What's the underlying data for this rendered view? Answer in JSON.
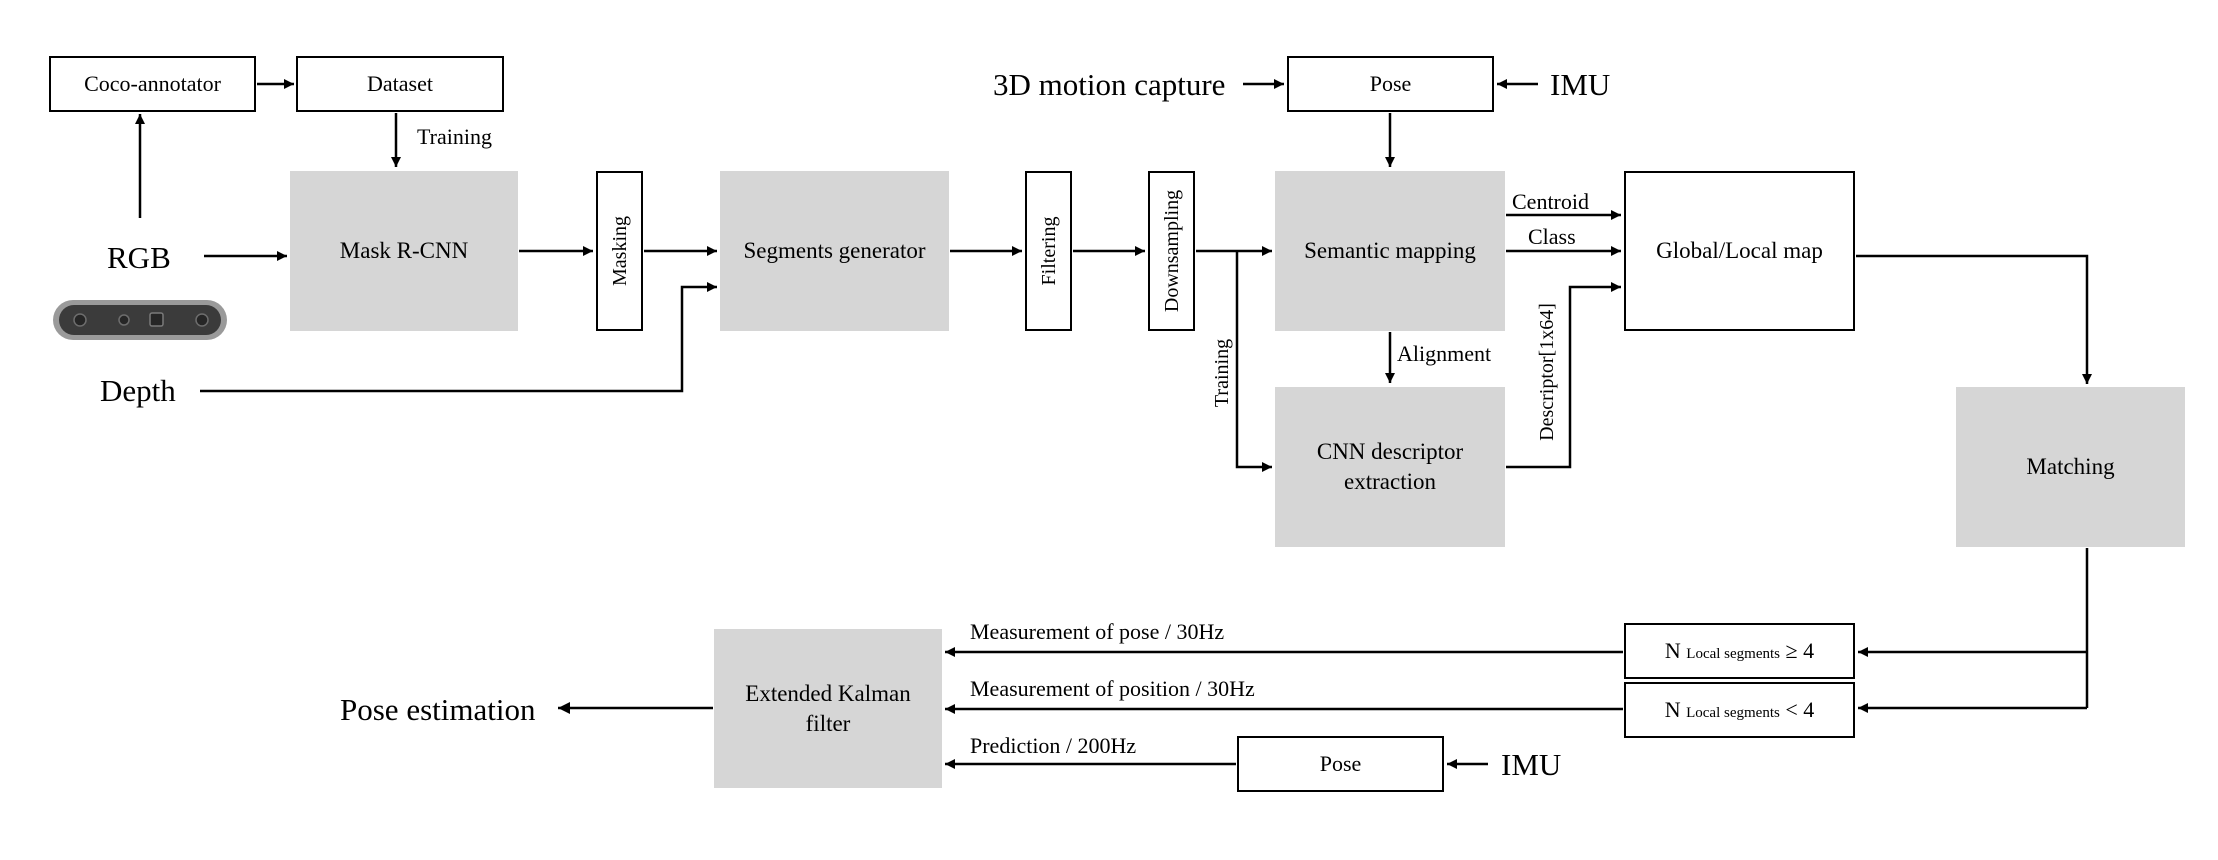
{
  "boxes": {
    "coco_annotator": "Coco-annotator",
    "dataset": "Dataset",
    "mask_rcnn": "Mask R-CNN",
    "masking": "Masking",
    "segments_generator": "Segments generator",
    "filtering": "Filtering",
    "downsampling": "Downsampling",
    "pose_top": "Pose",
    "semantic_mapping": "Semantic mapping",
    "global_local_map": "Global/Local map",
    "cnn_descriptor": [
      "CNN descriptor",
      "extraction"
    ],
    "matching": "Matching",
    "ekf": [
      "Extended Kalman",
      "filter"
    ],
    "pose_bottom": "Pose",
    "cond_ge": {
      "n": "N",
      "sub": "Local segments",
      "rel": "≥ 4"
    },
    "cond_lt": {
      "n": "N",
      "sub": "Local segments",
      "rel": "< 4"
    }
  },
  "inputs": {
    "rgb": "RGB",
    "depth": "Depth",
    "motion_capture": "3D motion capture",
    "imu_top": "IMU",
    "imu_bottom": "IMU"
  },
  "output": "Pose estimation",
  "edge_labels": {
    "training_top": "Training",
    "training_side": "Training",
    "centroid": "Centroid",
    "class": "Class",
    "alignment": "Alignment",
    "descriptor": "Descriptor[1x64]",
    "meas_pose": "Measurement of pose / 30Hz",
    "meas_position": "Measurement of position / 30Hz",
    "prediction": "Prediction / 200Hz"
  },
  "icons": {
    "camera": "depth-camera-icon"
  },
  "colors": {
    "process_fill": "#d6d6d6",
    "line": "#000000"
  }
}
